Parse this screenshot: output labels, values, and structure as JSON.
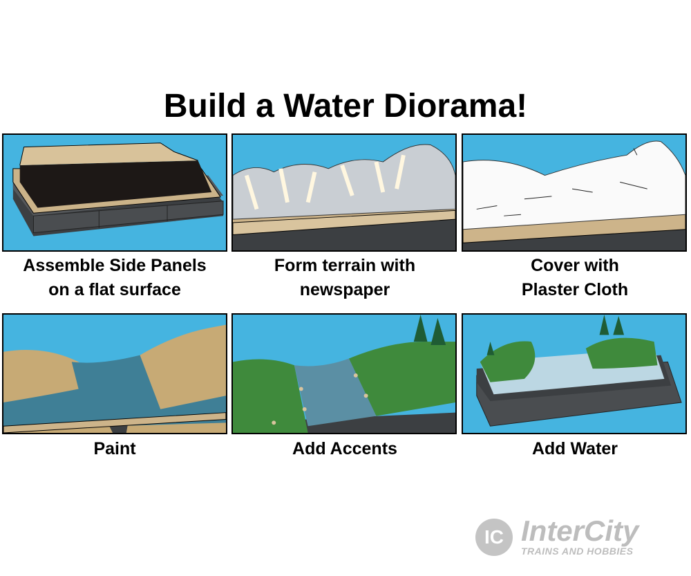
{
  "title": "Build a Water Diorama!",
  "steps": [
    {
      "caption_line1": "Assemble Side Panels",
      "caption_line2": "on a flat surface"
    },
    {
      "caption_line1": "Form terrain with",
      "caption_line2": "newspaper"
    },
    {
      "caption_line1": "Cover with",
      "caption_line2": "Plaster Cloth"
    },
    {
      "caption_line1": "Paint",
      "caption_line2": ""
    },
    {
      "caption_line1": "Add Accents",
      "caption_line2": ""
    },
    {
      "caption_line1": "Add Water",
      "caption_line2": ""
    }
  ],
  "logo": {
    "mark": "IC",
    "brand": "InterCity",
    "tagline": "TRAINS AND HOBBIES"
  },
  "colors": {
    "sky": "#45b4e0",
    "base": "#4a4d50",
    "tan": "#cdb48a",
    "water": "#3f7f96",
    "grass": "#3f8a3c"
  }
}
